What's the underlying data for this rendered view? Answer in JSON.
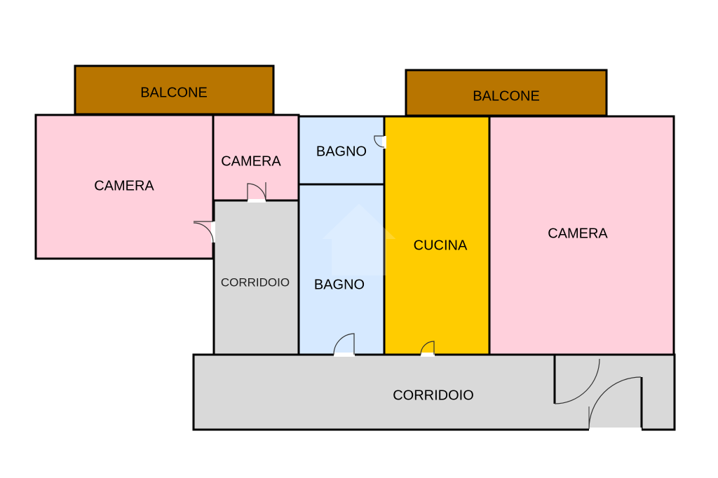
{
  "colors": {
    "balcony": "#b87500",
    "bedroom": "#ffd0dc",
    "bathroom": "#d6e9ff",
    "kitchen": "#ffcc00",
    "corridor": "#d9d9d9",
    "wall": "#000000"
  },
  "rooms": {
    "balcone_left": "BALCONE",
    "balcone_right": "BALCONE",
    "camera_left": "CAMERA",
    "camera_small": "CAMERA",
    "bagno_top": "BAGNO",
    "bagno_bottom": "BAGNO",
    "cucina": "CUCINA",
    "camera_right": "CAMERA",
    "corridoio_vertical": "CORRIDOIO",
    "corridoio_bottom": "CORRIDOIO"
  }
}
